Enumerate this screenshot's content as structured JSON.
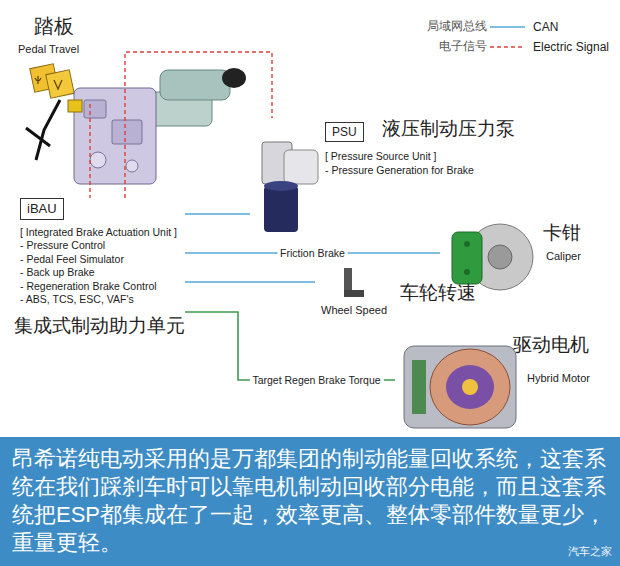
{
  "diagram": {
    "caption": "昂希诺纯电动采用的是万都集团的制动能量回收系统，这套系统在我们踩刹车时可以靠电机制动回收部分电能，而且这套系统把ESP都集成在了一起，效率更高、整体零部件数量更少，重量更轻。",
    "nodes": [
      {
        "text": [
          "踏板",
          "Pedal Travel"
        ]
      },
      {
        "text": [
          "iBAU",
          "[ Integrated Brake Actuation Unit ]",
          "- Pressure Control",
          "- Pedal Feel Simulator",
          "- Back up Brake",
          "- Regeneration Brake Control",
          "- ABS, TCS, ESC, VAF's",
          "集成式制动助力单元"
        ]
      },
      {
        "text": [
          "PSU",
          "液压制动压力泵",
          "[ Pressure Source Unit ]",
          "- Pressure Generation for Brake"
        ]
      },
      {
        "text": [
          "卡钳",
          "Caliper"
        ]
      },
      {
        "text": [
          "车轮转速",
          "Wheel Speed"
        ]
      },
      {
        "text": [
          "驱动电机",
          "Hybrid Motor"
        ]
      }
    ],
    "edges": [
      {
        "from": 0,
        "to": 1,
        "arrow": "none"
      },
      {
        "from": 1,
        "to": 2,
        "arrow": "none"
      },
      {
        "from": 1,
        "to": 2,
        "arrow": "none"
      },
      {
        "from": 1,
        "to": 3,
        "label": "Friction Brake",
        "arrow": "none"
      },
      {
        "from": 1,
        "to": 4,
        "arrow": "none"
      },
      {
        "from": 1,
        "to": 5,
        "label": "Target Regen Brake Torque",
        "arrow": "none"
      }
    ],
    "labels": [
      "局域网总线",
      "电子信号",
      "汽车之家"
    ],
    "legend": [
      {
        "text": "CAN"
      },
      {
        "text": "Electric Signal"
      }
    ]
  }
}
